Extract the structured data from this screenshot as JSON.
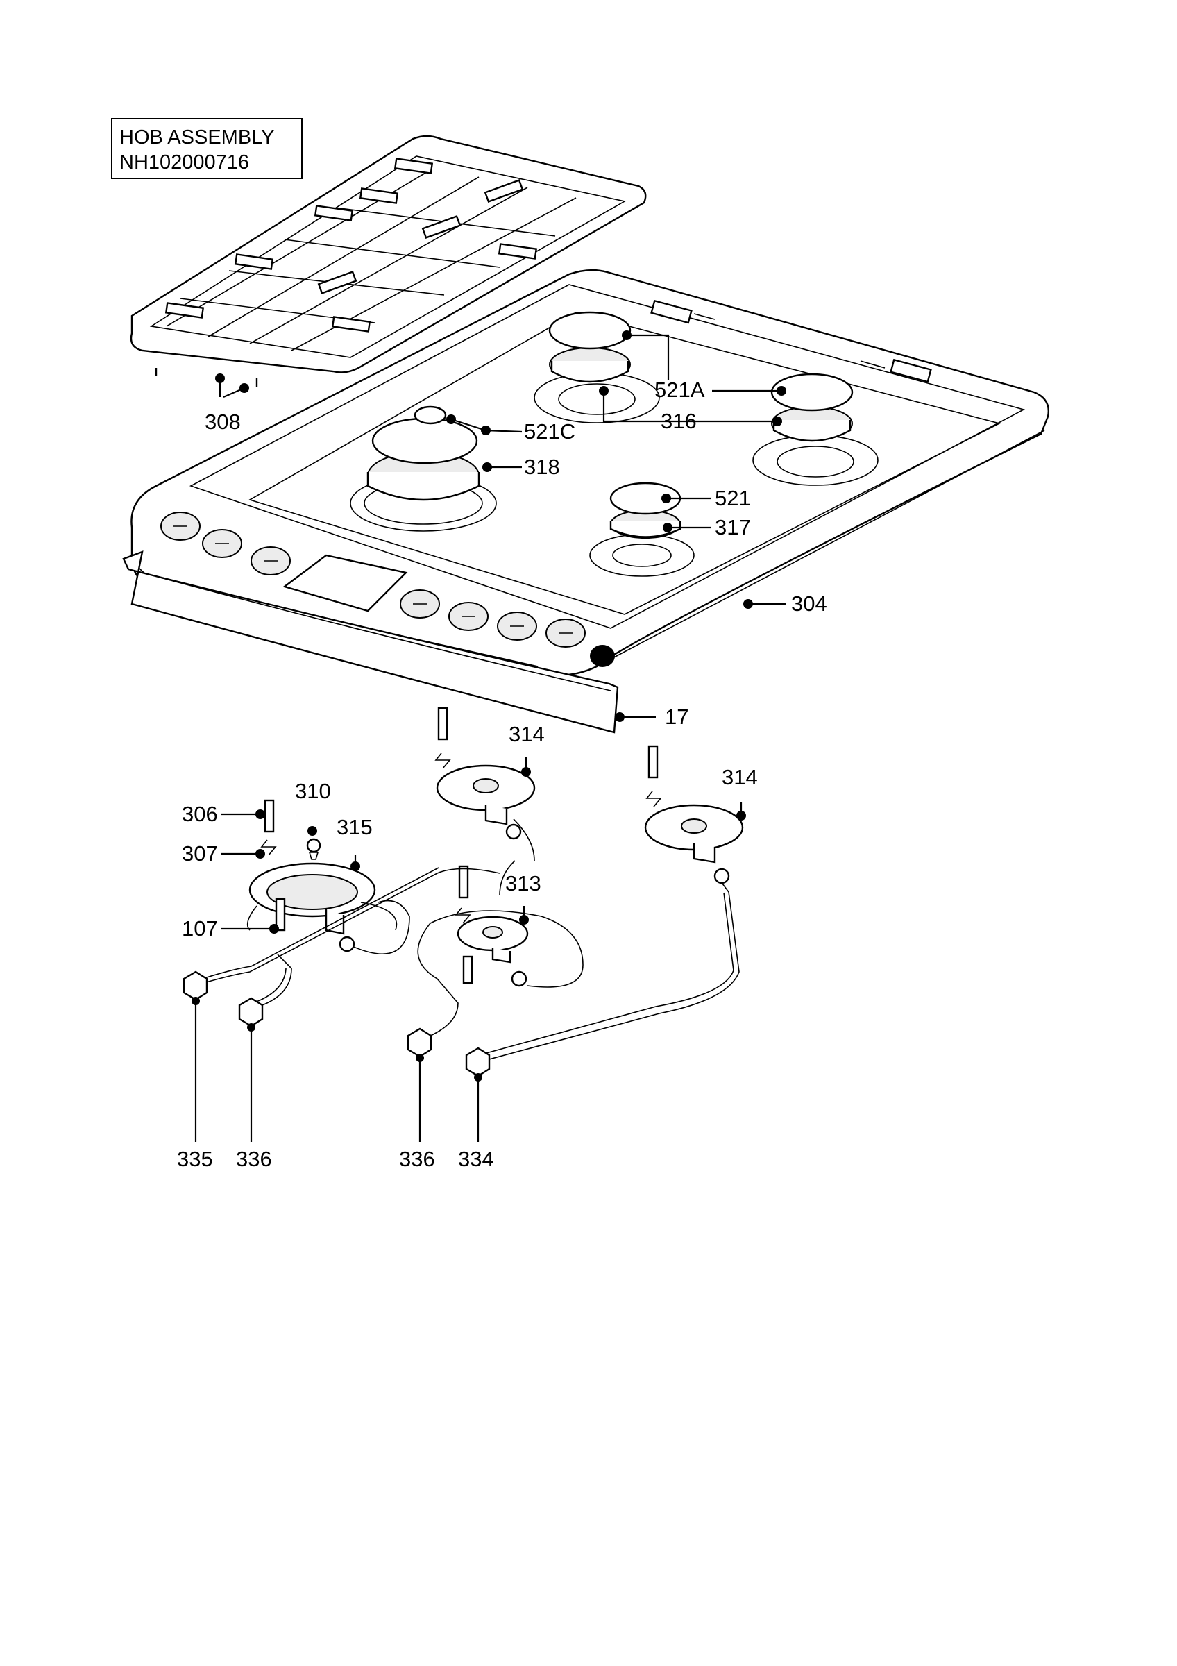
{
  "title": {
    "line1": "HOB ASSEMBLY",
    "line2": "NH102000716"
  },
  "callouts": {
    "c308": "308",
    "c521A": "521A",
    "c316": "316",
    "c521C": "521C",
    "c318": "318",
    "c521": "521",
    "c317": "317",
    "c304": "304",
    "c17": "17",
    "c314a": "314",
    "c314b": "314",
    "c306": "306",
    "c310": "310",
    "c315": "315",
    "c307": "307",
    "c313": "313",
    "c107": "107",
    "c335": "335",
    "c336a": "336",
    "c336b": "336",
    "c334": "334"
  }
}
